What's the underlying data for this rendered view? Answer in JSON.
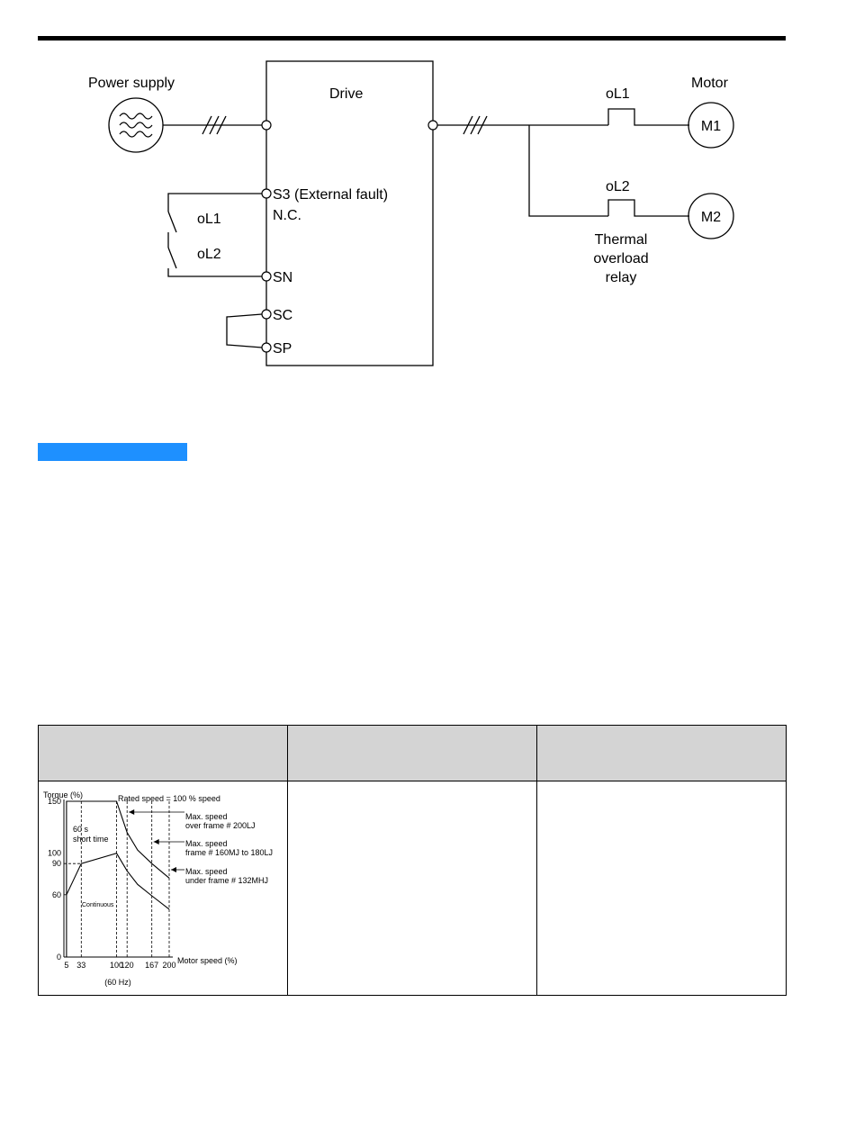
{
  "wiring_diagram": {
    "power_supply_label": "Power supply",
    "drive_label": "Drive",
    "motor_label": "Motor",
    "relay_ol1_label": "oL1",
    "relay_ol2_label": "oL2",
    "motor_m1_label": "M1",
    "motor_m2_label": "M2",
    "thermal_relay_label": [
      "Thermal",
      "overload",
      "relay"
    ],
    "terminal_s3_label": "S3 (External fault)",
    "terminal_s3_nc_label": "N.C.",
    "terminal_sn_label": "SN",
    "terminal_sc_label": "SC",
    "terminal_sp_label": "SP",
    "contact_ol1_label": "oL1",
    "contact_ol2_label": "oL2"
  },
  "table": {
    "headers": [
      "",
      "",
      ""
    ],
    "cells": [
      "",
      ""
    ]
  },
  "chart_data": {
    "type": "line",
    "ylabel": "Torque (%)",
    "xlabel": "Motor speed (%)",
    "x_ticks": [
      "5",
      "33",
      "100",
      "120",
      "167",
      "200"
    ],
    "x_tick_values": [
      5,
      33,
      100,
      120,
      167,
      200
    ],
    "x_sub_label": "(60 Hz)",
    "y_ticks": [
      "150",
      "100",
      "90",
      "60",
      "0"
    ],
    "y_tick_values": [
      150,
      100,
      90,
      60,
      0
    ],
    "xlim": [
      0,
      200
    ],
    "ylim": [
      0,
      150
    ],
    "series": [
      {
        "x": [
          0,
          5,
          5,
          100,
          120,
          140,
          167,
          200
        ],
        "y": [
          0,
          0,
          150,
          150,
          120,
          103,
          90,
          76
        ]
      },
      {
        "x": [
          5,
          33,
          100,
          120,
          140,
          167,
          200
        ],
        "y": [
          60,
          90,
          100,
          83,
          70,
          59,
          46
        ]
      }
    ],
    "annotations": {
      "rated": "Rated speed = 100 % speed",
      "short_time": [
        "60 s",
        "short time"
      ],
      "continuous": "Continuous",
      "max_200lj": [
        "Max. speed",
        "over frame # 200LJ"
      ],
      "max_160mj": [
        "Max. speed",
        "frame # 160MJ to 180LJ"
      ],
      "max_132mhj": [
        "Max. speed",
        "under frame # 132MHJ"
      ]
    }
  }
}
